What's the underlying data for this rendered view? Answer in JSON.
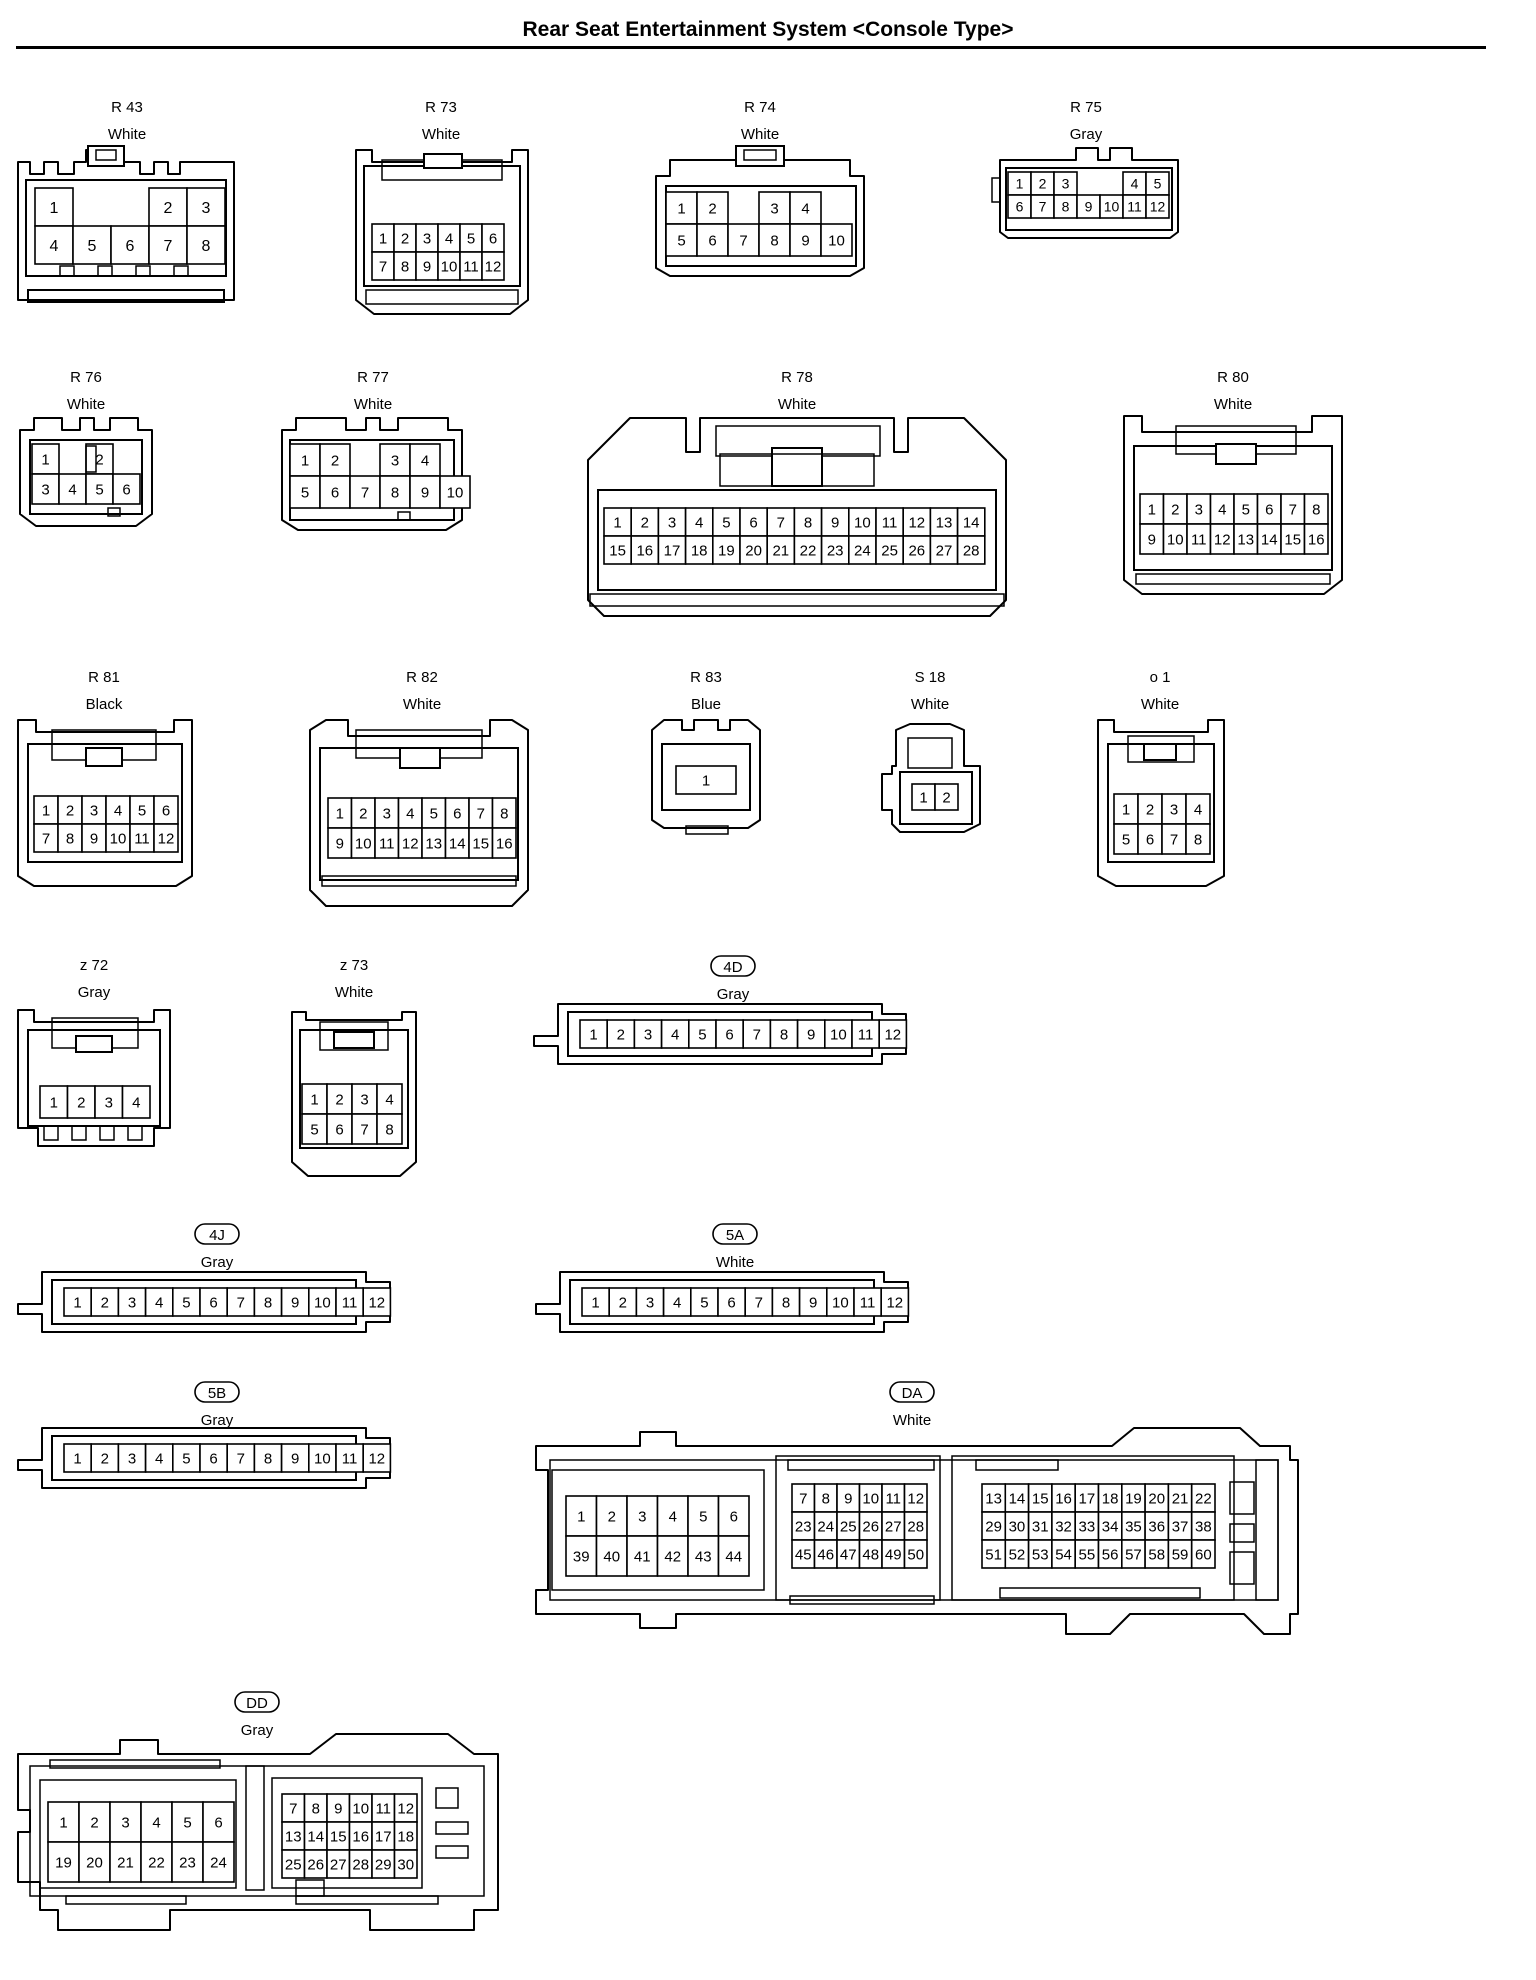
{
  "title": "Rear Seat Entertainment System <Console Type>",
  "connectors": [
    {
      "id": "R 43",
      "color": "White",
      "pins": [
        [
          "1",
          "",
          "",
          "2",
          "3"
        ],
        [
          "4",
          "5",
          "6",
          "7",
          "8"
        ]
      ]
    },
    {
      "id": "R 73",
      "color": "White",
      "pins": [
        [
          "1",
          "2",
          "3",
          "4",
          "5",
          "6"
        ],
        [
          "7",
          "8",
          "9",
          "10",
          "11",
          "12"
        ]
      ]
    },
    {
      "id": "R 74",
      "color": "White",
      "pins": [
        [
          "1",
          "2",
          "",
          "3",
          "4"
        ],
        [
          "5",
          "6",
          "7",
          "8",
          "9",
          "10"
        ]
      ]
    },
    {
      "id": "R 75",
      "color": "Gray",
      "pins": [
        [
          "1",
          "2",
          "3",
          "",
          "",
          "4",
          "5"
        ],
        [
          "6",
          "7",
          "8",
          "9",
          "10",
          "11",
          "12"
        ]
      ]
    },
    {
      "id": "R 76",
      "color": "White",
      "pins": [
        [
          "1",
          "",
          "2"
        ],
        [
          "3",
          "4",
          "5",
          "6"
        ]
      ]
    },
    {
      "id": "R 77",
      "color": "White",
      "pins": [
        [
          "1",
          "2",
          "",
          "3",
          "4"
        ],
        [
          "5",
          "6",
          "7",
          "8",
          "9",
          "10"
        ]
      ]
    },
    {
      "id": "R 78",
      "color": "White",
      "pins": [
        [
          "1",
          "2",
          "3",
          "4",
          "5",
          "6",
          "7",
          "8",
          "9",
          "10",
          "11",
          "12",
          "13",
          "14"
        ],
        [
          "15",
          "16",
          "17",
          "18",
          "19",
          "20",
          "21",
          "22",
          "23",
          "24",
          "25",
          "26",
          "27",
          "28"
        ]
      ]
    },
    {
      "id": "R 80",
      "color": "White",
      "pins": [
        [
          "1",
          "2",
          "3",
          "4",
          "5",
          "6",
          "7",
          "8"
        ],
        [
          "9",
          "10",
          "11",
          "12",
          "13",
          "14",
          "15",
          "16"
        ]
      ]
    },
    {
      "id": "R 81",
      "color": "Black",
      "pins": [
        [
          "1",
          "2",
          "3",
          "4",
          "5",
          "6"
        ],
        [
          "7",
          "8",
          "9",
          "10",
          "11",
          "12"
        ]
      ]
    },
    {
      "id": "R 82",
      "color": "White",
      "pins": [
        [
          "1",
          "2",
          "3",
          "4",
          "5",
          "6",
          "7",
          "8"
        ],
        [
          "9",
          "10",
          "11",
          "12",
          "13",
          "14",
          "15",
          "16"
        ]
      ]
    },
    {
      "id": "R 83",
      "color": "Blue",
      "pins": [
        [
          "1"
        ]
      ]
    },
    {
      "id": "S 18",
      "color": "White",
      "pins": [
        [
          "1",
          "2"
        ]
      ]
    },
    {
      "id": "o 1",
      "color": "White",
      "pins": [
        [
          "1",
          "2",
          "3",
          "4"
        ],
        [
          "5",
          "6",
          "7",
          "8"
        ]
      ]
    },
    {
      "id": "z 72",
      "color": "Gray",
      "pins": [
        [
          "1",
          "2",
          "3",
          "4"
        ]
      ]
    },
    {
      "id": "z 73",
      "color": "White",
      "pins": [
        [
          "1",
          "2",
          "3",
          "4"
        ],
        [
          "5",
          "6",
          "7",
          "8"
        ]
      ]
    },
    {
      "id": "4D",
      "color": "Gray",
      "pins": [
        [
          "1",
          "2",
          "3",
          "4",
          "5",
          "6",
          "7",
          "8",
          "9",
          "10",
          "11",
          "12"
        ]
      ]
    },
    {
      "id": "4J",
      "color": "Gray",
      "pins": [
        [
          "1",
          "2",
          "3",
          "4",
          "5",
          "6",
          "7",
          "8",
          "9",
          "10",
          "11",
          "12"
        ]
      ]
    },
    {
      "id": "5A",
      "color": "White",
      "pins": [
        [
          "1",
          "2",
          "3",
          "4",
          "5",
          "6",
          "7",
          "8",
          "9",
          "10",
          "11",
          "12"
        ]
      ]
    },
    {
      "id": "5B",
      "color": "Gray",
      "pins": [
        [
          "1",
          "2",
          "3",
          "4",
          "5",
          "6",
          "7",
          "8",
          "9",
          "10",
          "11",
          "12"
        ]
      ]
    },
    {
      "id": "DA",
      "color": "White",
      "groups": [
        [
          [
            "1",
            "2",
            "3",
            "4",
            "5",
            "6"
          ],
          [
            "39",
            "40",
            "41",
            "42",
            "43",
            "44"
          ]
        ],
        [
          [
            "7",
            "8",
            "9",
            "10",
            "11",
            "12"
          ],
          [
            "23",
            "24",
            "25",
            "26",
            "27",
            "28"
          ],
          [
            "45",
            "46",
            "47",
            "48",
            "49",
            "50"
          ]
        ],
        [
          [
            "13",
            "14",
            "15",
            "16",
            "17",
            "18",
            "19",
            "20",
            "21",
            "22"
          ],
          [
            "29",
            "30",
            "31",
            "32",
            "33",
            "34",
            "35",
            "36",
            "37",
            "38"
          ],
          [
            "51",
            "52",
            "53",
            "54",
            "55",
            "56",
            "57",
            "58",
            "59",
            "60"
          ]
        ]
      ]
    },
    {
      "id": "DD",
      "color": "Gray",
      "groups": [
        [
          [
            "1",
            "2",
            "3",
            "4",
            "5",
            "6"
          ],
          [
            "19",
            "20",
            "21",
            "22",
            "23",
            "24"
          ]
        ],
        [
          [
            "7",
            "8",
            "9",
            "10",
            "11",
            "12"
          ],
          [
            "13",
            "14",
            "15",
            "16",
            "17",
            "18"
          ],
          [
            "25",
            "26",
            "27",
            "28",
            "29",
            "30"
          ]
        ]
      ]
    }
  ]
}
